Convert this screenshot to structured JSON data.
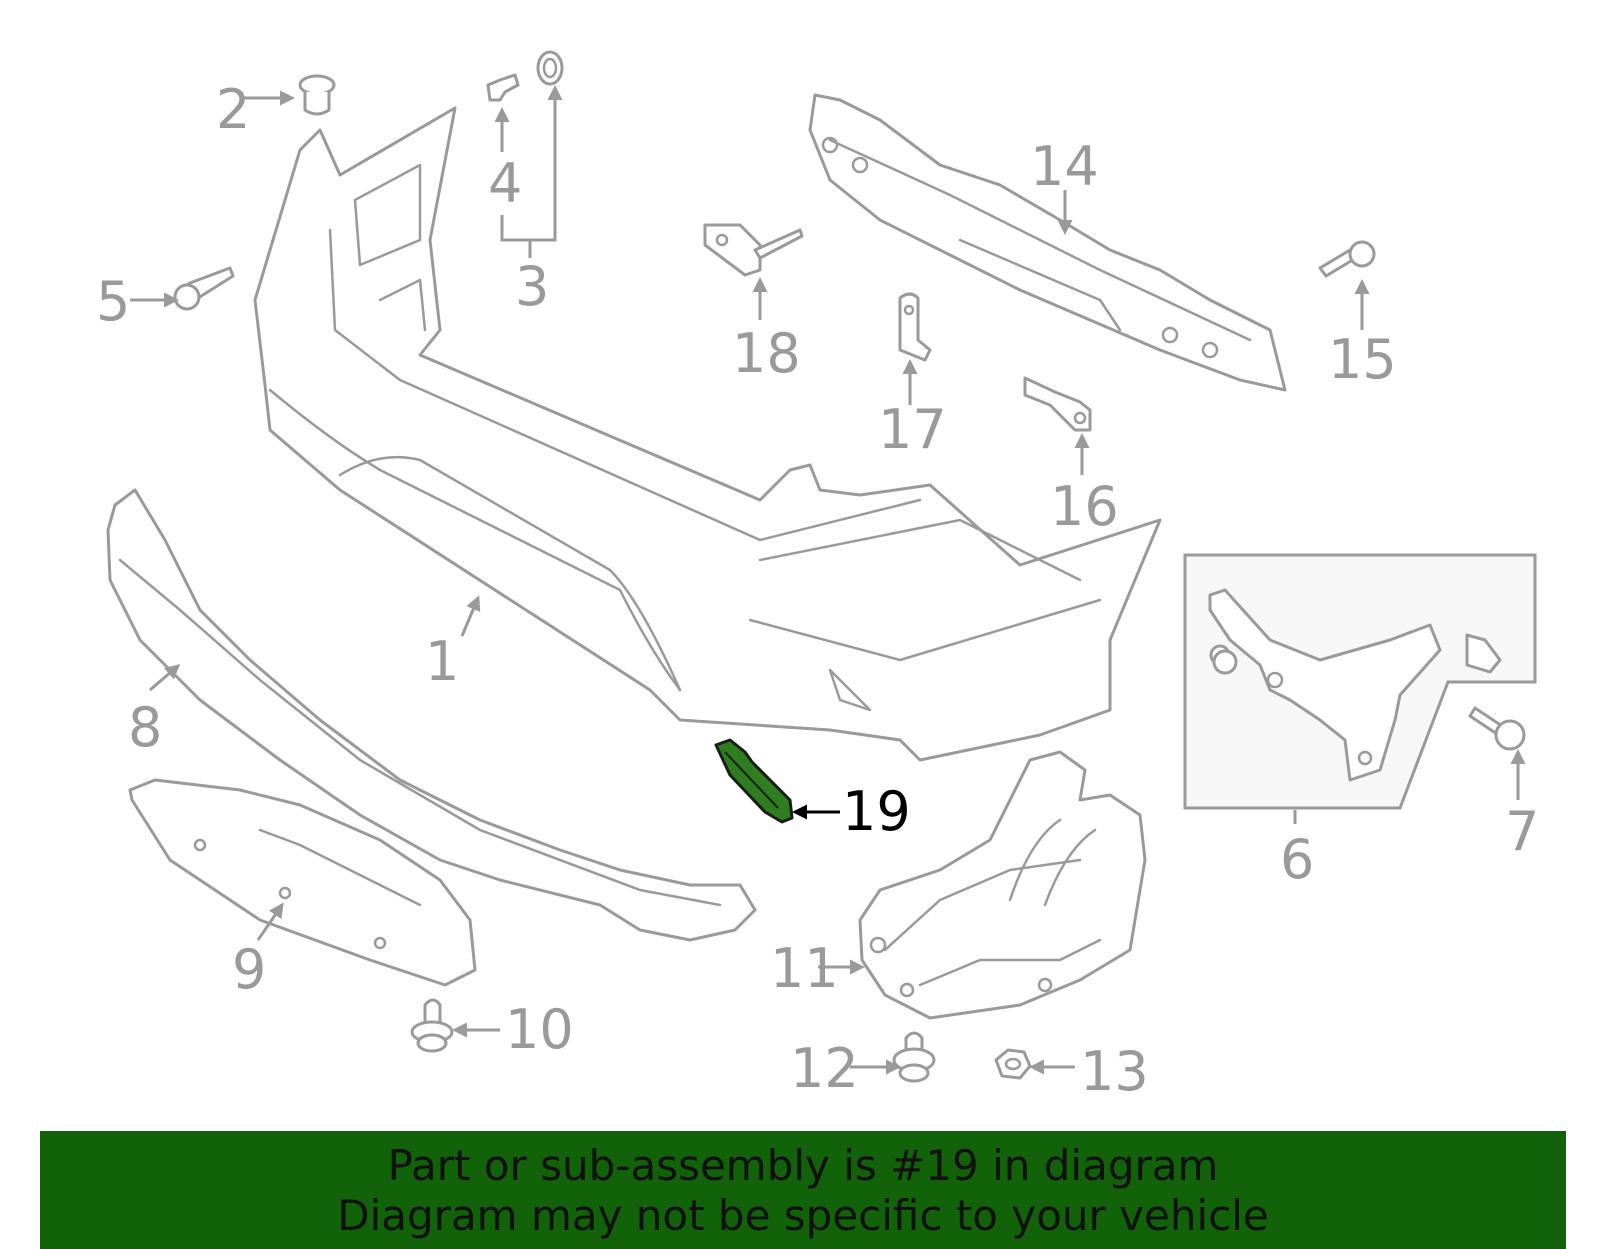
{
  "callouts": [
    {
      "id": "1",
      "highlighted": false
    },
    {
      "id": "2",
      "highlighted": false
    },
    {
      "id": "3",
      "highlighted": false
    },
    {
      "id": "4",
      "highlighted": false
    },
    {
      "id": "5",
      "highlighted": false
    },
    {
      "id": "6",
      "highlighted": false
    },
    {
      "id": "7",
      "highlighted": false
    },
    {
      "id": "8",
      "highlighted": false
    },
    {
      "id": "9",
      "highlighted": false
    },
    {
      "id": "10",
      "highlighted": false
    },
    {
      "id": "11",
      "highlighted": false
    },
    {
      "id": "12",
      "highlighted": false
    },
    {
      "id": "13",
      "highlighted": false
    },
    {
      "id": "14",
      "highlighted": false
    },
    {
      "id": "15",
      "highlighted": false
    },
    {
      "id": "16",
      "highlighted": false
    },
    {
      "id": "17",
      "highlighted": false
    },
    {
      "id": "18",
      "highlighted": false
    },
    {
      "id": "19",
      "highlighted": true
    }
  ],
  "colors": {
    "linework": "#9a9a9a",
    "highlight_part": "#2e7d1f",
    "banner_background": "#116208",
    "banner_text": "#111111"
  },
  "banner": {
    "line1": "Part or sub-assembly is #19 in diagram",
    "line2": "Diagram may not be specific to your vehicle"
  }
}
